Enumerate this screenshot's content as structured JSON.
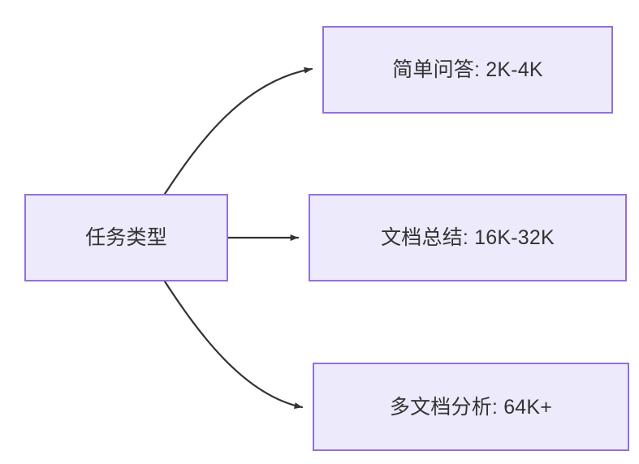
{
  "diagram": {
    "type": "flowchart",
    "direction": "left-to-right",
    "background_color": "#FFFFFF",
    "node_fill_color": "#ECEAFB",
    "node_border_color": "#9370DB",
    "node_text_color": "#333333",
    "edge_color": "#333333",
    "root": {
      "id": "task-type",
      "label": "任务类型"
    },
    "branches": [
      {
        "id": "simple-qa",
        "label": "简单问答: 2K-4K",
        "edge_style": "curved",
        "arrowhead": "filled-triangle"
      },
      {
        "id": "doc-summary",
        "label": "文档总结: 16K-32K",
        "edge_style": "straight",
        "arrowhead": "filled-triangle"
      },
      {
        "id": "multidoc-analysis",
        "label": "多文档分析: 64K+",
        "edge_style": "curved",
        "arrowhead": "filled-triangle"
      }
    ]
  }
}
